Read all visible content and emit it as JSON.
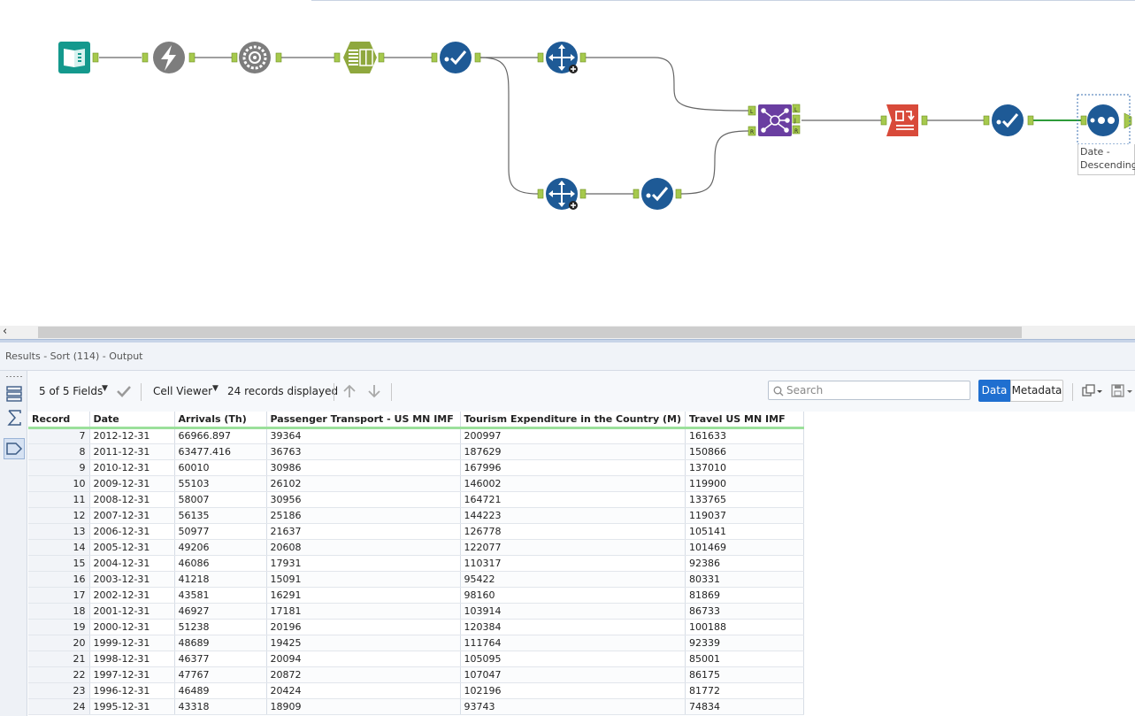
{
  "canvas": {
    "sort_label_line1": "Date -",
    "sort_label_line2": "Descending",
    "tools": [
      {
        "name": "input-data-tool",
        "icon": "book-icon",
        "color": "#14998d"
      },
      {
        "name": "formula-tool",
        "icon": "lightning-icon",
        "color": "#7d7d7d"
      },
      {
        "name": "multi-row-formula-tool",
        "icon": "gear-icon",
        "color": "#7d7d7d"
      },
      {
        "name": "text-to-columns-tool",
        "icon": "table-icon",
        "color": "#8fa83e"
      },
      {
        "name": "select-tool",
        "icon": "check-icon",
        "color": "#1e5a96"
      },
      {
        "name": "transpose-tool",
        "icon": "move-icon",
        "color": "#1e5a96"
      },
      {
        "name": "transpose-tool-2",
        "icon": "move-icon",
        "color": "#1e5a96"
      },
      {
        "name": "select-tool-2",
        "icon": "check-icon",
        "color": "#1e5a96"
      },
      {
        "name": "join-tool",
        "icon": "join-icon",
        "color": "#6a3ea1"
      },
      {
        "name": "cross-tab-tool",
        "icon": "crosstab-icon",
        "color": "#d84a3a"
      },
      {
        "name": "select-tool-3",
        "icon": "check-icon",
        "color": "#1e5a96"
      },
      {
        "name": "sort-tool",
        "icon": "sort-icon",
        "color": "#1e5a96"
      }
    ],
    "join_anchors": {
      "left": "L",
      "right": "R",
      "join": "J"
    }
  },
  "results": {
    "title": "Results - Sort (114) - Output"
  },
  "toolbar": {
    "fields_label": "5 of 5 Fields",
    "cell_viewer_label": "Cell Viewer",
    "records_label": "24 records displayed",
    "search_placeholder": "Search",
    "data_label": "Data",
    "metadata_label": "Metadata"
  },
  "grid": {
    "columns": [
      "Record",
      "Date",
      "Arrivals (Th)",
      "Passenger Transport - US MN IMF",
      "Tourism Expenditure in the Country (M)",
      "Travel US MN IMF"
    ],
    "rows": [
      [
        "7",
        "2012-12-31",
        "66966.897",
        "39364",
        "200997",
        "161633"
      ],
      [
        "8",
        "2011-12-31",
        "63477.416",
        "36763",
        "187629",
        "150866"
      ],
      [
        "9",
        "2010-12-31",
        "60010",
        "30986",
        "167996",
        "137010"
      ],
      [
        "10",
        "2009-12-31",
        "55103",
        "26102",
        "146002",
        "119900"
      ],
      [
        "11",
        "2008-12-31",
        "58007",
        "30956",
        "164721",
        "133765"
      ],
      [
        "12",
        "2007-12-31",
        "56135",
        "25186",
        "144223",
        "119037"
      ],
      [
        "13",
        "2006-12-31",
        "50977",
        "21637",
        "126778",
        "105141"
      ],
      [
        "14",
        "2005-12-31",
        "49206",
        "20608",
        "122077",
        "101469"
      ],
      [
        "15",
        "2004-12-31",
        "46086",
        "17931",
        "110317",
        "92386"
      ],
      [
        "16",
        "2003-12-31",
        "41218",
        "15091",
        "95422",
        "80331"
      ],
      [
        "17",
        "2002-12-31",
        "43581",
        "16291",
        "98160",
        "81869"
      ],
      [
        "18",
        "2001-12-31",
        "46927",
        "17181",
        "103914",
        "86733"
      ],
      [
        "19",
        "2000-12-31",
        "51238",
        "20196",
        "120384",
        "100188"
      ],
      [
        "20",
        "1999-12-31",
        "48689",
        "19425",
        "111764",
        "92339"
      ],
      [
        "21",
        "1998-12-31",
        "46377",
        "20094",
        "105095",
        "85001"
      ],
      [
        "22",
        "1997-12-31",
        "47767",
        "20872",
        "107047",
        "86175"
      ],
      [
        "23",
        "1996-12-31",
        "46489",
        "20424",
        "102196",
        "81772"
      ],
      [
        "24",
        "1995-12-31",
        "43318",
        "18909",
        "93743",
        "74834"
      ]
    ]
  }
}
